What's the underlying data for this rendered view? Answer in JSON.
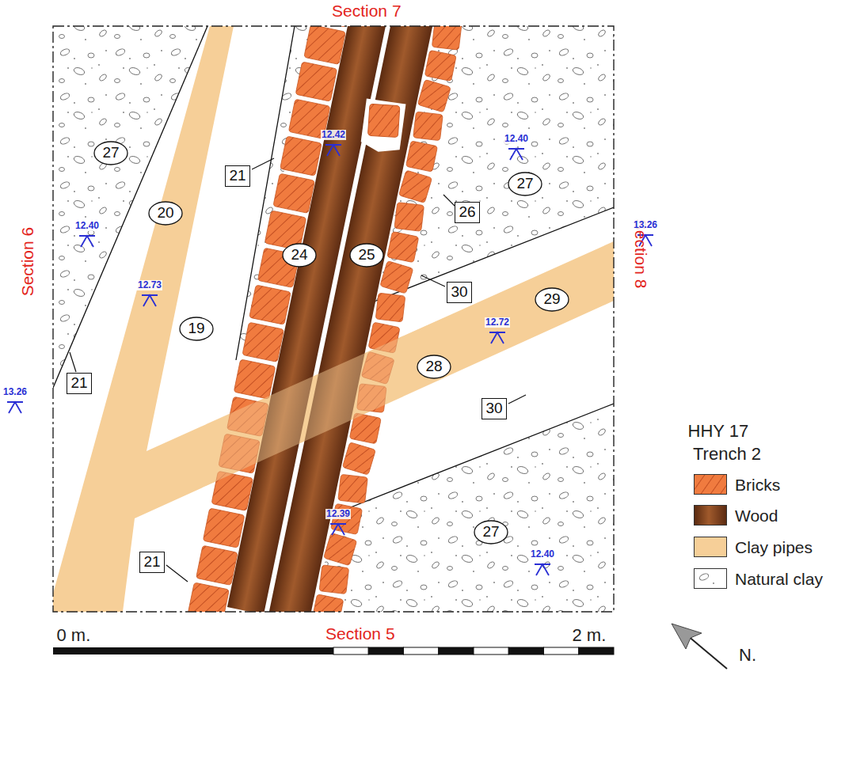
{
  "diagram": {
    "nodes": [
      {
        "text": [
          "27"
        ]
      },
      {
        "text": [
          "20"
        ]
      },
      {
        "text": [
          "19"
        ]
      },
      {
        "text": [
          "24"
        ]
      },
      {
        "text": [
          "25"
        ]
      },
      {
        "text": [
          "27"
        ]
      },
      {
        "text": [
          "29"
        ]
      },
      {
        "text": [
          "28"
        ]
      },
      {
        "text": [
          "27"
        ]
      },
      {
        "text": [
          "21"
        ]
      },
      {
        "text": [
          "21"
        ]
      },
      {
        "text": [
          "21"
        ]
      },
      {
        "text": [
          "26"
        ]
      },
      {
        "text": [
          "30"
        ]
      },
      {
        "text": [
          "30"
        ]
      }
    ],
    "labels": [
      "Section 7",
      "Section 6",
      "Section 8",
      "Section 5",
      "12.42",
      "12.40",
      "13.26",
      "12.40",
      "12.73",
      "13.26",
      "12.72",
      "12.39",
      "12.40",
      "HHY 17",
      "Trench 2",
      "N.",
      "0 m.",
      "2 m."
    ],
    "legend": [
      {
        "text": "Bricks",
        "color": "#f07b3f"
      },
      {
        "text": "Wood",
        "color": "#7b3f1e"
      },
      {
        "text": "Clay pipes",
        "color": "#f6cf98"
      },
      {
        "text": "Natural clay"
      }
    ]
  }
}
